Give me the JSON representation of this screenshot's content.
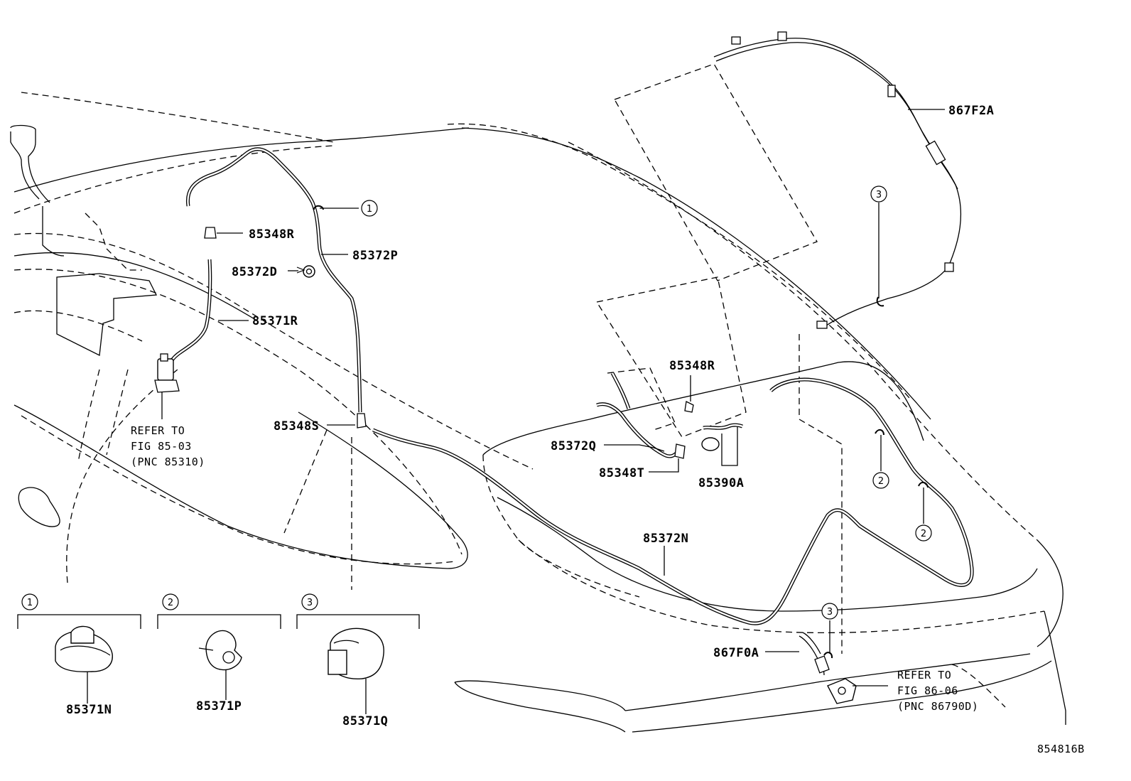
{
  "parts": {
    "p85348R_top": "85348R",
    "p85372P": "85372P",
    "p85372D": "85372D",
    "p85371R": "85371R",
    "p85348S": "85348S",
    "p867F2A": "867F2A",
    "p85348R_mid": "85348R",
    "p85372Q": "85372Q",
    "p85348T": "85348T",
    "p85390A": "85390A",
    "p85372N": "85372N",
    "p867F0A": "867F0A",
    "p85371N": "85371N",
    "p85371P": "85371P",
    "p85371Q": "85371Q"
  },
  "references": {
    "ref_pump": [
      "REFER TO",
      "FIG 85-03",
      "(PNC 85310)"
    ],
    "ref_camera": [
      "REFER TO",
      "FIG 86-06",
      "(PNC 86790D)"
    ]
  },
  "callouts": {
    "c1": "1",
    "c2": "2",
    "c3": "3"
  },
  "figure_id": "854816B"
}
